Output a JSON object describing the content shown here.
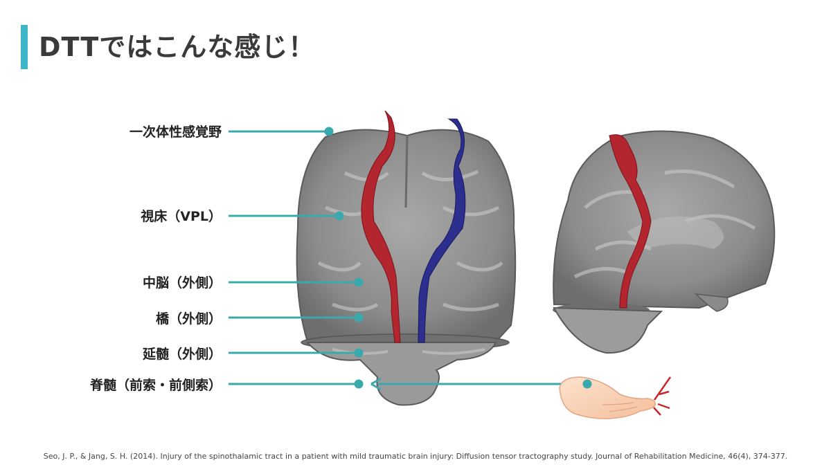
{
  "title": "DTTではこんな感じ！",
  "labels": [
    "一次体性感覚野",
    "視床（VPL）",
    "中脳（外側）",
    "橋（外側）",
    "延髄（外側）",
    "脊髄（前索・前側索）"
  ],
  "citation": "Seo, J. P., & Jang, S. H. (2014). Injury of the spinothalamic tract in a patient with mild traumatic brain injury: Diffusion tensor tractography study. Journal of Rehabilitation Medicine, 46(4), 374-377.",
  "colors": {
    "accent": "#3fb6c8",
    "connector": "#3aa9ad",
    "tract_left": "#b3252f",
    "tract_right": "#2d2f8f",
    "brain": "#8f8f8f"
  }
}
